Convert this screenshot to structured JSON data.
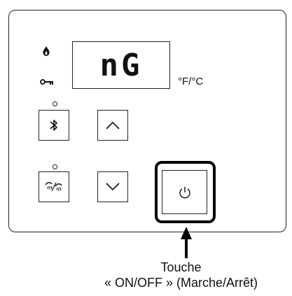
{
  "display": {
    "text": "nG"
  },
  "unit_label": "°F/°C",
  "icons": {
    "flame": "flame-icon",
    "key": "key-icon",
    "bluetooth": "bluetooth-icon",
    "shower": "shower-icon",
    "up": "chevron-up-icon",
    "down": "chevron-down-icon",
    "power": "power-icon"
  },
  "callout": {
    "line1": "Touche",
    "line2": "« ON/OFF » (Marche/Arrêt)"
  }
}
